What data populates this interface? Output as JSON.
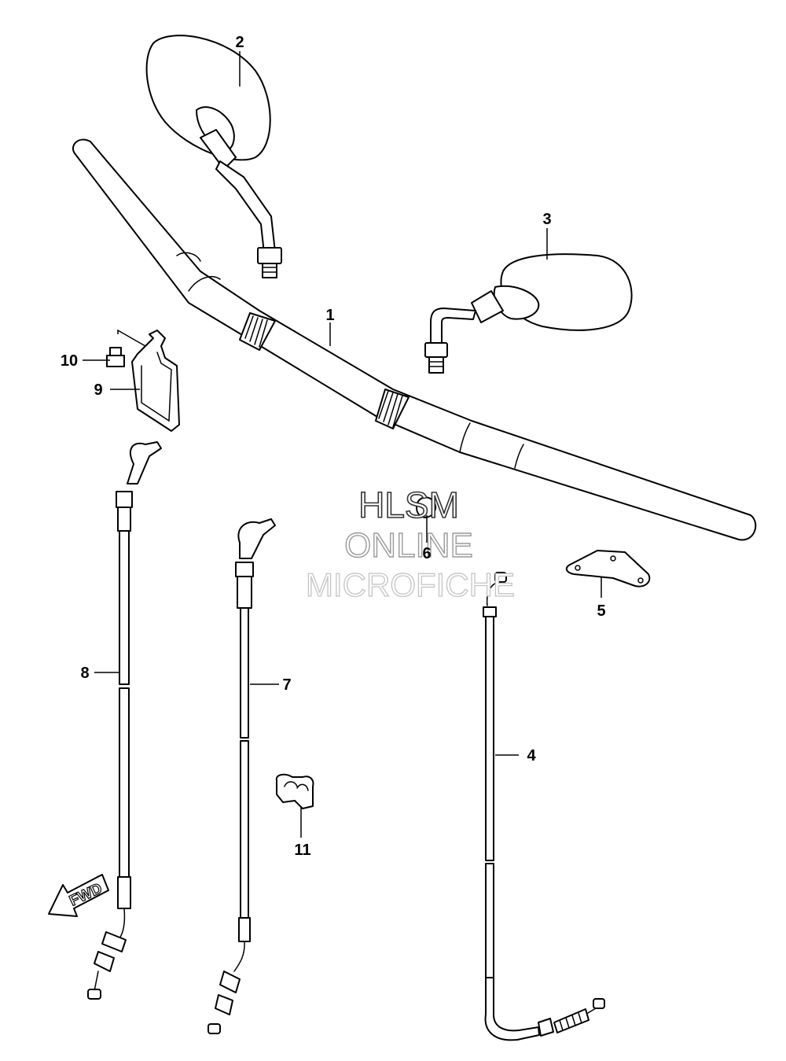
{
  "callouts": [
    {
      "id": "1",
      "label": "1"
    },
    {
      "id": "2",
      "label": "2"
    },
    {
      "id": "3",
      "label": "3"
    },
    {
      "id": "4",
      "label": "4"
    },
    {
      "id": "5",
      "label": "5"
    },
    {
      "id": "6",
      "label": "6"
    },
    {
      "id": "7",
      "label": "7"
    },
    {
      "id": "8",
      "label": "8"
    },
    {
      "id": "9",
      "label": "9"
    },
    {
      "id": "10",
      "label": "10"
    },
    {
      "id": "11",
      "label": "11"
    }
  ],
  "watermark": {
    "line1": "HLSM",
    "line2": "ONLINE",
    "line3": "MICROFICHE"
  },
  "fwd_arrow": {
    "label": "FWD"
  },
  "colors": {
    "line": "#000000",
    "background": "#ffffff"
  }
}
